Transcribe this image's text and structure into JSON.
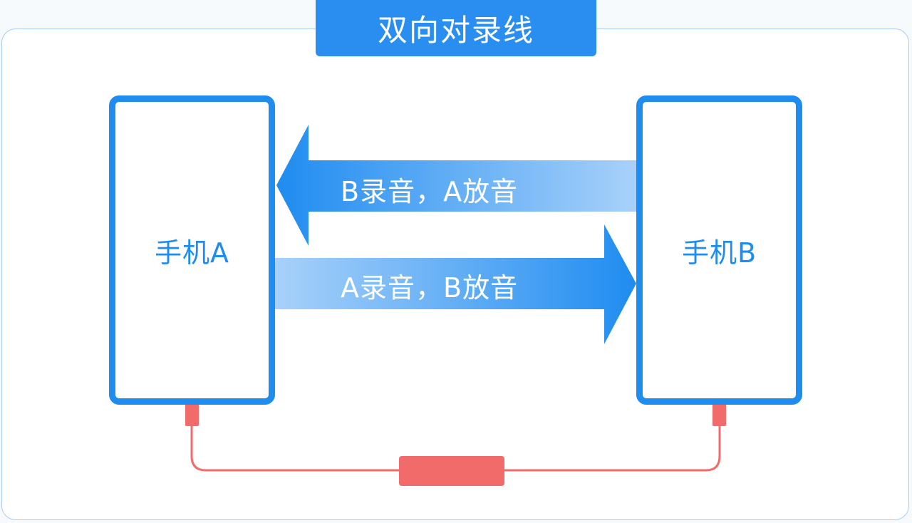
{
  "title": "双向对录线",
  "phone_a": {
    "label": "手机A"
  },
  "phone_b": {
    "label": "手机B"
  },
  "arrow_b_to_a": {
    "label": "B录音，A放音"
  },
  "arrow_a_to_b": {
    "label": "A录音，B放音"
  },
  "colors": {
    "primary_blue": "#1f8cf0",
    "title_blue": "#2a8ef0",
    "cable_red": "#f26b6b",
    "frame_border": "#a9cdf1"
  }
}
